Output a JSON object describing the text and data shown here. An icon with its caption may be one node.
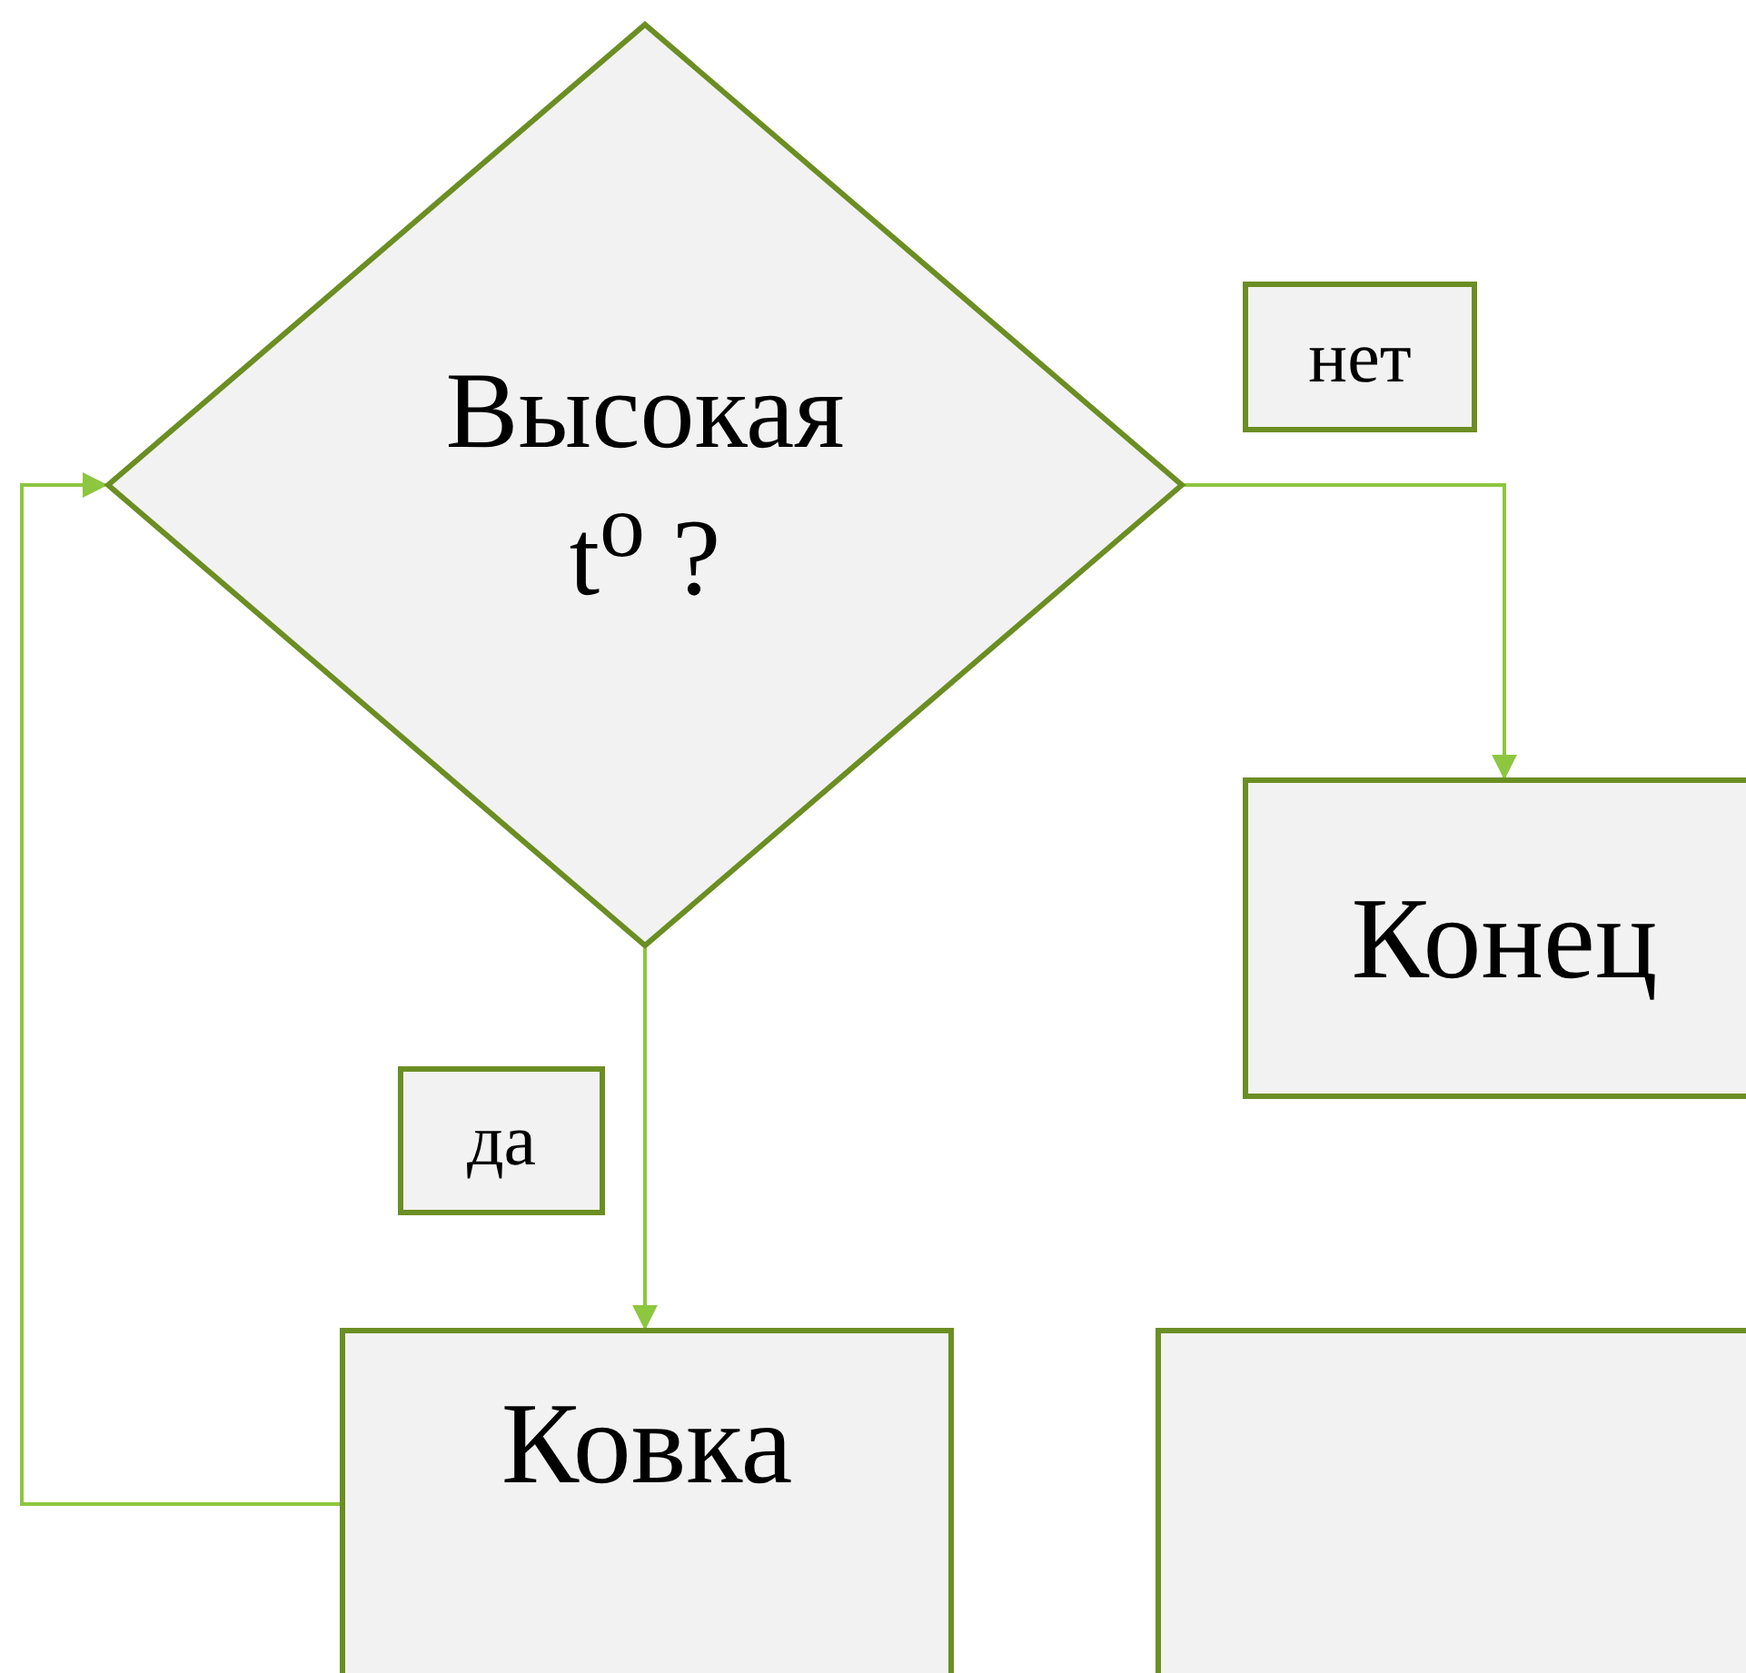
{
  "diagram": {
    "nodes": [
      {
        "text": [
          "Высокая t$^{o}$ ?"
        ]
      },
      {
        "text": [
          "нет"
        ]
      },
      {
        "text": [
          "Конец"
        ]
      },
      {
        "text": [
          "да"
        ]
      },
      {
        "text": [
          "Ковка"
        ]
      },
      {
        "text": [],
        "shape": "box"
      }
    ],
    "edges": [
      {
        "from": 0,
        "to": 2,
        "arrow": "to"
      },
      {
        "from": 0,
        "to": 4,
        "arrow": "to"
      },
      {
        "from": 4,
        "to": 0,
        "arrow": "to"
      }
    ]
  }
}
